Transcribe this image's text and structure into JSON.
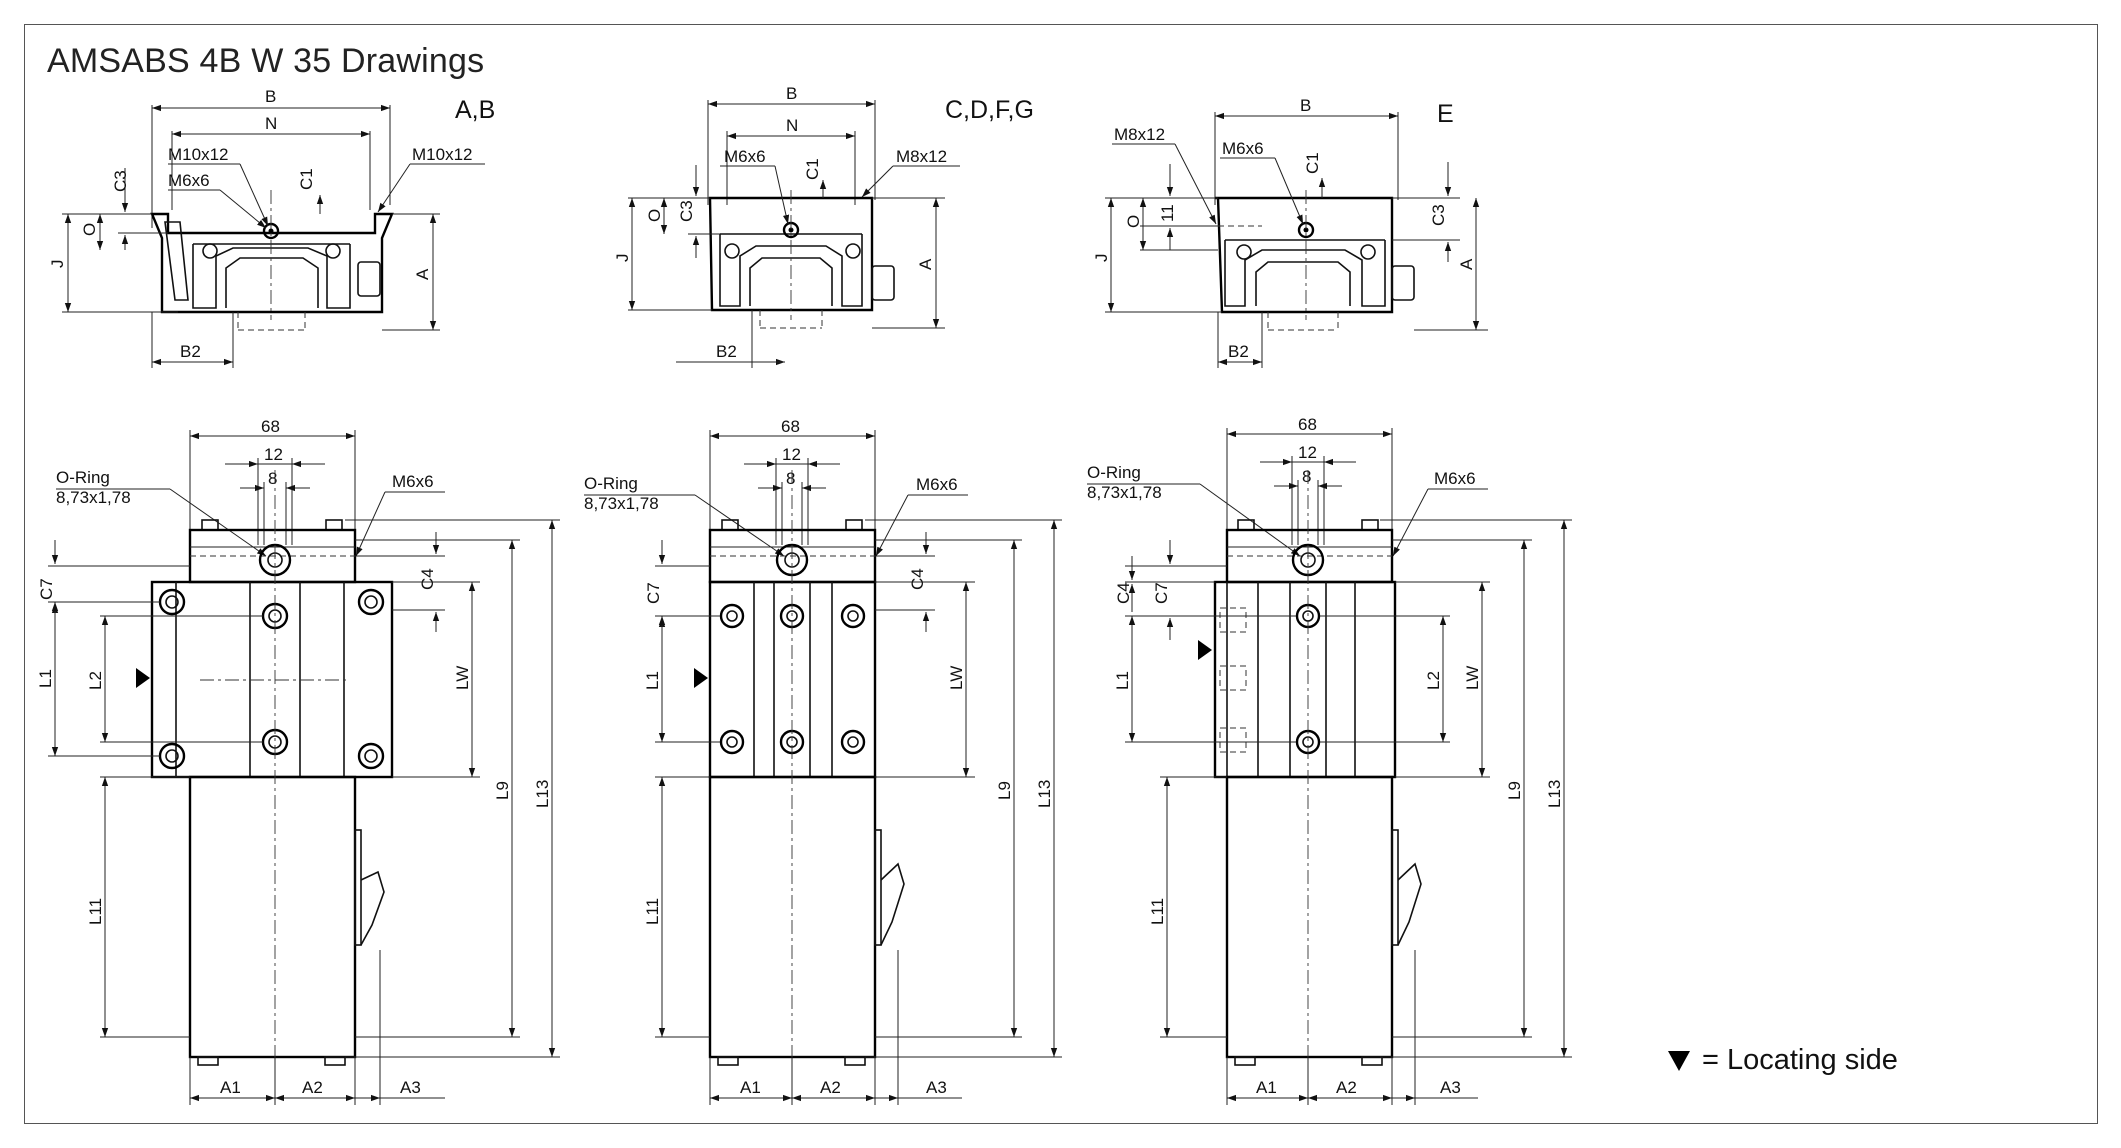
{
  "title": "AMSABS 4B W 35 Drawings",
  "legend": {
    "text": "= Locating side",
    "icon": "down-triangle-icon"
  },
  "top_views": [
    {
      "variant": "A,B",
      "dims": {
        "b": "B",
        "n": "N",
        "hole1": "M10x12",
        "hole2": "M6x6",
        "hole3": "M10x12",
        "c1": "C1",
        "c3": "C3",
        "o": "O",
        "j": "J",
        "a": "A",
        "b2": "B2"
      }
    },
    {
      "variant": "C,D,F,G",
      "dims": {
        "b": "B",
        "n": "N",
        "hole1": "M6x6",
        "hole2": "M8x12",
        "c1": "C1",
        "c3": "C3",
        "o": "O",
        "j": "J",
        "a": "A",
        "b2": "B2"
      }
    },
    {
      "variant": "E",
      "dims": {
        "b": "B",
        "hole1": "M8x12",
        "hole2": "M6x6",
        "c1": "C1",
        "c3": "C3",
        "o": "O",
        "d11": "11",
        "j": "J",
        "a": "A",
        "b2": "B2"
      }
    }
  ],
  "side_views": [
    {
      "w68": "68",
      "w12": "12",
      "w8": "8",
      "oring": "O-Ring",
      "oring_size": "8,73x1,78",
      "thread": "M6x6",
      "left_top": "C7",
      "right_top": "C4",
      "l1": "L1",
      "l2": "L2",
      "lw": "LW",
      "l9": "L9",
      "l13": "L13",
      "l11": "L11",
      "a1": "A1",
      "a2": "A2",
      "a3": "A3"
    },
    {
      "w68": "68",
      "w12": "12",
      "w8": "8",
      "oring": "O-Ring",
      "oring_size": "8,73x1,78",
      "thread": "M6x6",
      "left_top": "C7",
      "right_top": "C4",
      "l1": "L1",
      "lw": "LW",
      "l9": "L9",
      "l13": "L13",
      "l11": "L11",
      "a1": "A1",
      "a2": "A2",
      "a3": "A3"
    },
    {
      "w68": "68",
      "w12": "12",
      "w8": "8",
      "oring": "O-Ring",
      "oring_size": "8,73x1,78",
      "thread": "M6x6",
      "left_top": "C4",
      "left_top2": "C7",
      "l1": "L1",
      "l2": "L2",
      "lw": "LW",
      "l9": "L9",
      "l13": "L13",
      "l11": "L11",
      "a1": "A1",
      "a2": "A2",
      "a3": "A3"
    }
  ]
}
